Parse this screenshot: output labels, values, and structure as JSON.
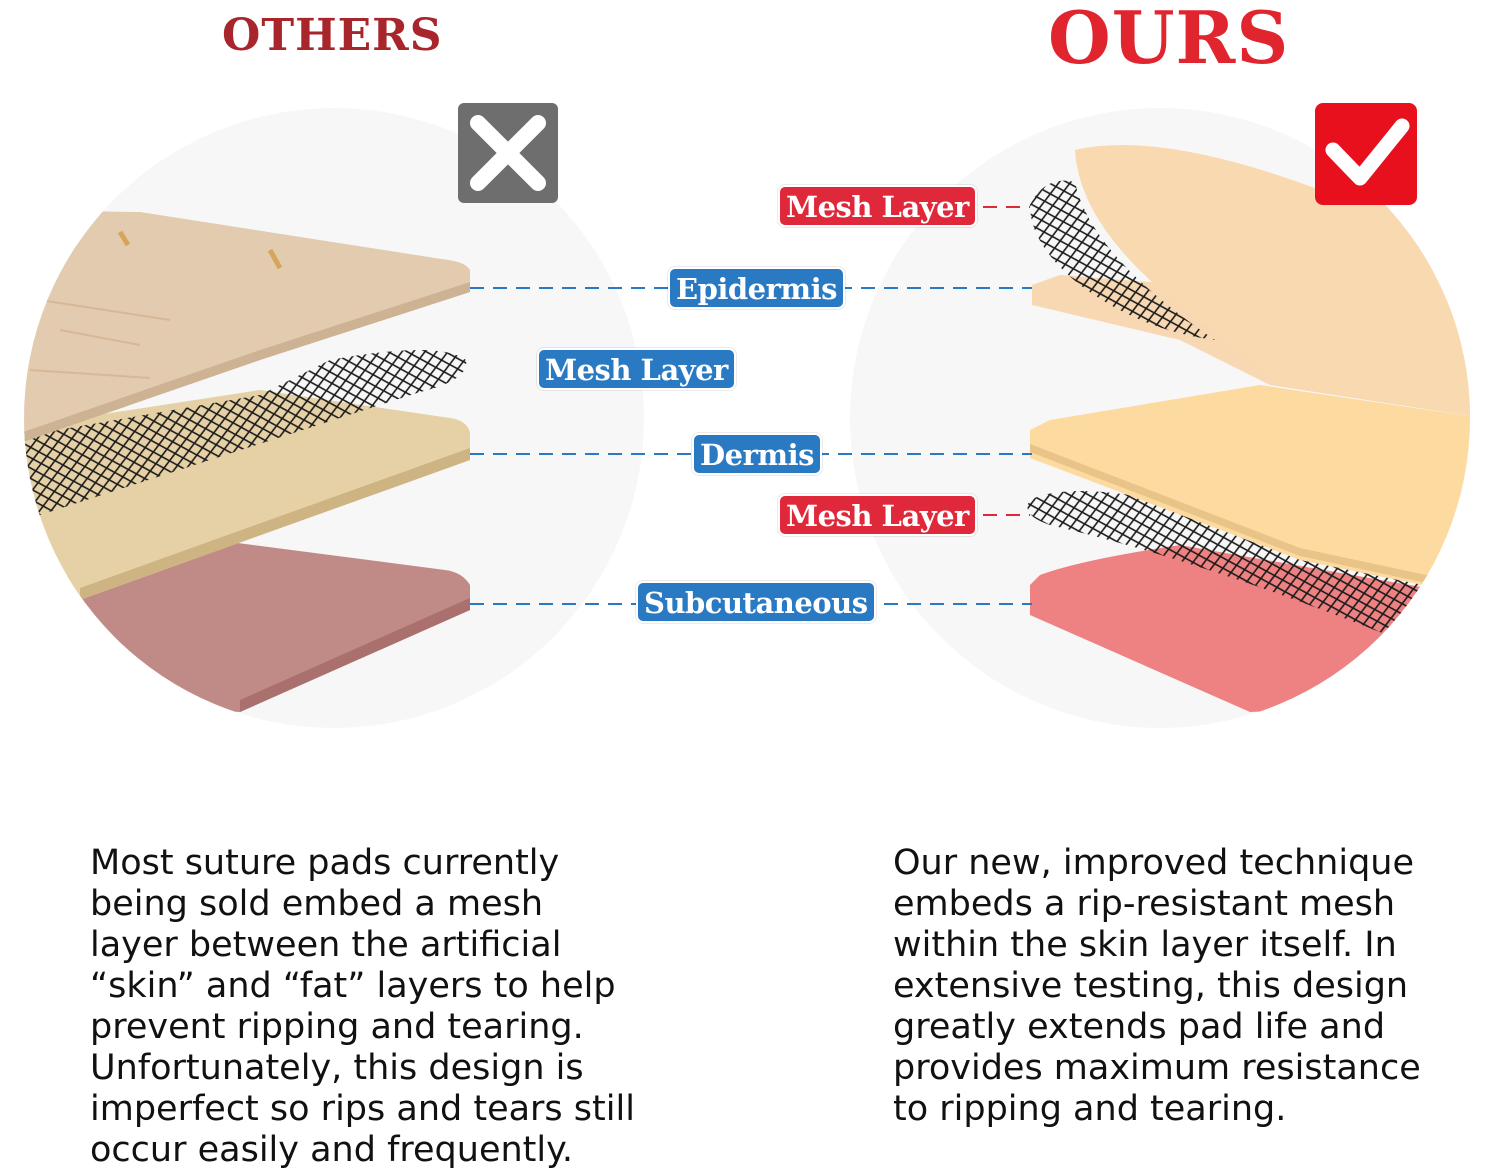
{
  "others": {
    "title": "OTHERS",
    "labels": {
      "epidermis": "Epidermis",
      "mesh": "Mesh Layer",
      "dermis": "Dermis",
      "subcutaneous": "Subcutaneous"
    },
    "description": "Most suture pads currently\nbeing sold embed a mesh\nlayer between the artificial\n“skin” and “fat” layers to help\nprevent ripping and tearing.\nUnfortunately, this design is\nimperfect so rips and tears still\noccur easily and frequently."
  },
  "ours": {
    "title": "OURS",
    "labels": {
      "mesh_top": "Mesh Layer",
      "mesh_bottom": "Mesh Layer"
    },
    "description": "Our new, improved technique\nembeds a rip-resistant mesh\nwithin the skin layer itself. In\nextensive testing, this design\ngreatly extends pad life and\nprovides maximum resistance\nto ripping and tearing."
  },
  "icons": {
    "cross": "x-mark-icon",
    "check": "check-mark-icon"
  },
  "colors": {
    "others_title": "#a8262b",
    "ours_title": "#e0252f",
    "blue_label": "#2a7ac3",
    "red_label": "#e0283b",
    "cross_badge": "#6e6e6e",
    "check_badge": "#e8101c"
  }
}
